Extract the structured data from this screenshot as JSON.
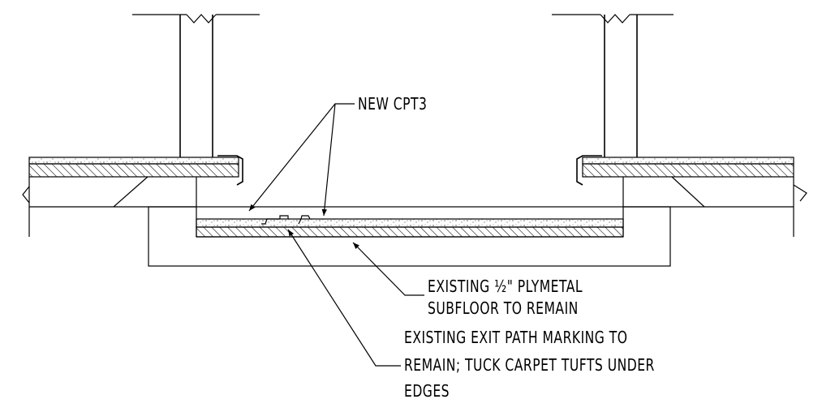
{
  "callouts": {
    "new_carpet": "NEW CPT3",
    "subfloor": [
      "EXISTING ½\" PLYMETAL",
      "SUBFLOOR TO REMAIN"
    ],
    "exit_marking": [
      "EXISTING EXIT PATH MARKING TO",
      "REMAIN; TUCK CARPET TUFTS UNDER",
      "EDGES"
    ]
  },
  "colors": {
    "line": "#000000",
    "background": "#ffffff"
  }
}
